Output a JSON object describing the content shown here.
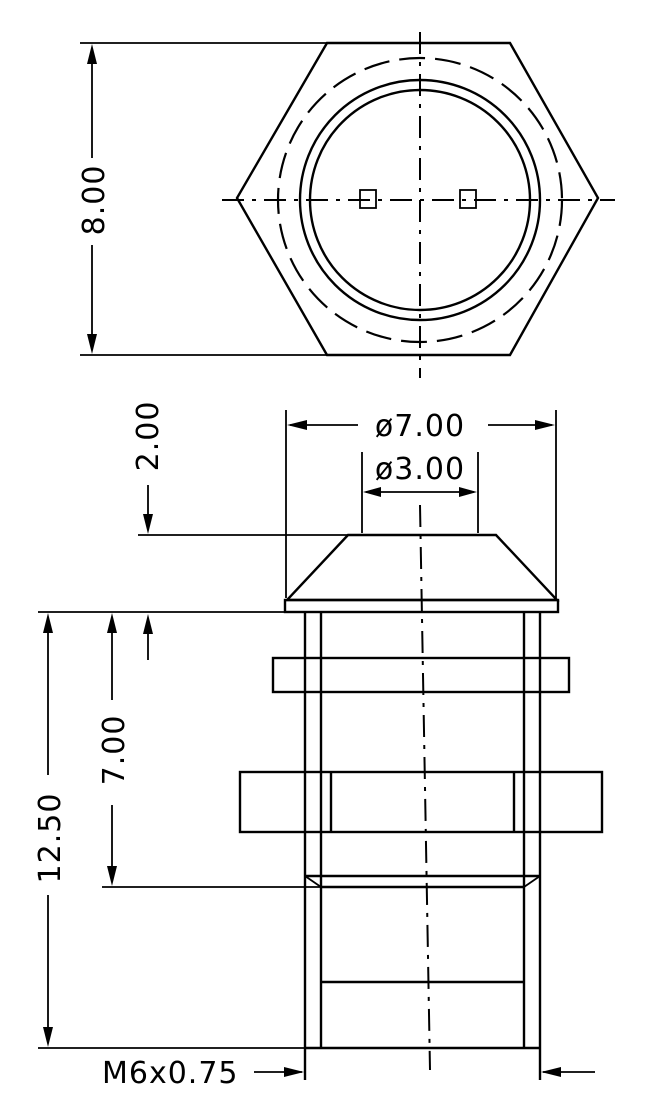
{
  "dimensions": {
    "hex_height": "8.00",
    "outer_diameter": "ø7.00",
    "inner_diameter": "ø3.00",
    "cap_height": "2.00",
    "overall_length": "12.50",
    "body_length": "7.00",
    "thread": "M6x0.75"
  }
}
